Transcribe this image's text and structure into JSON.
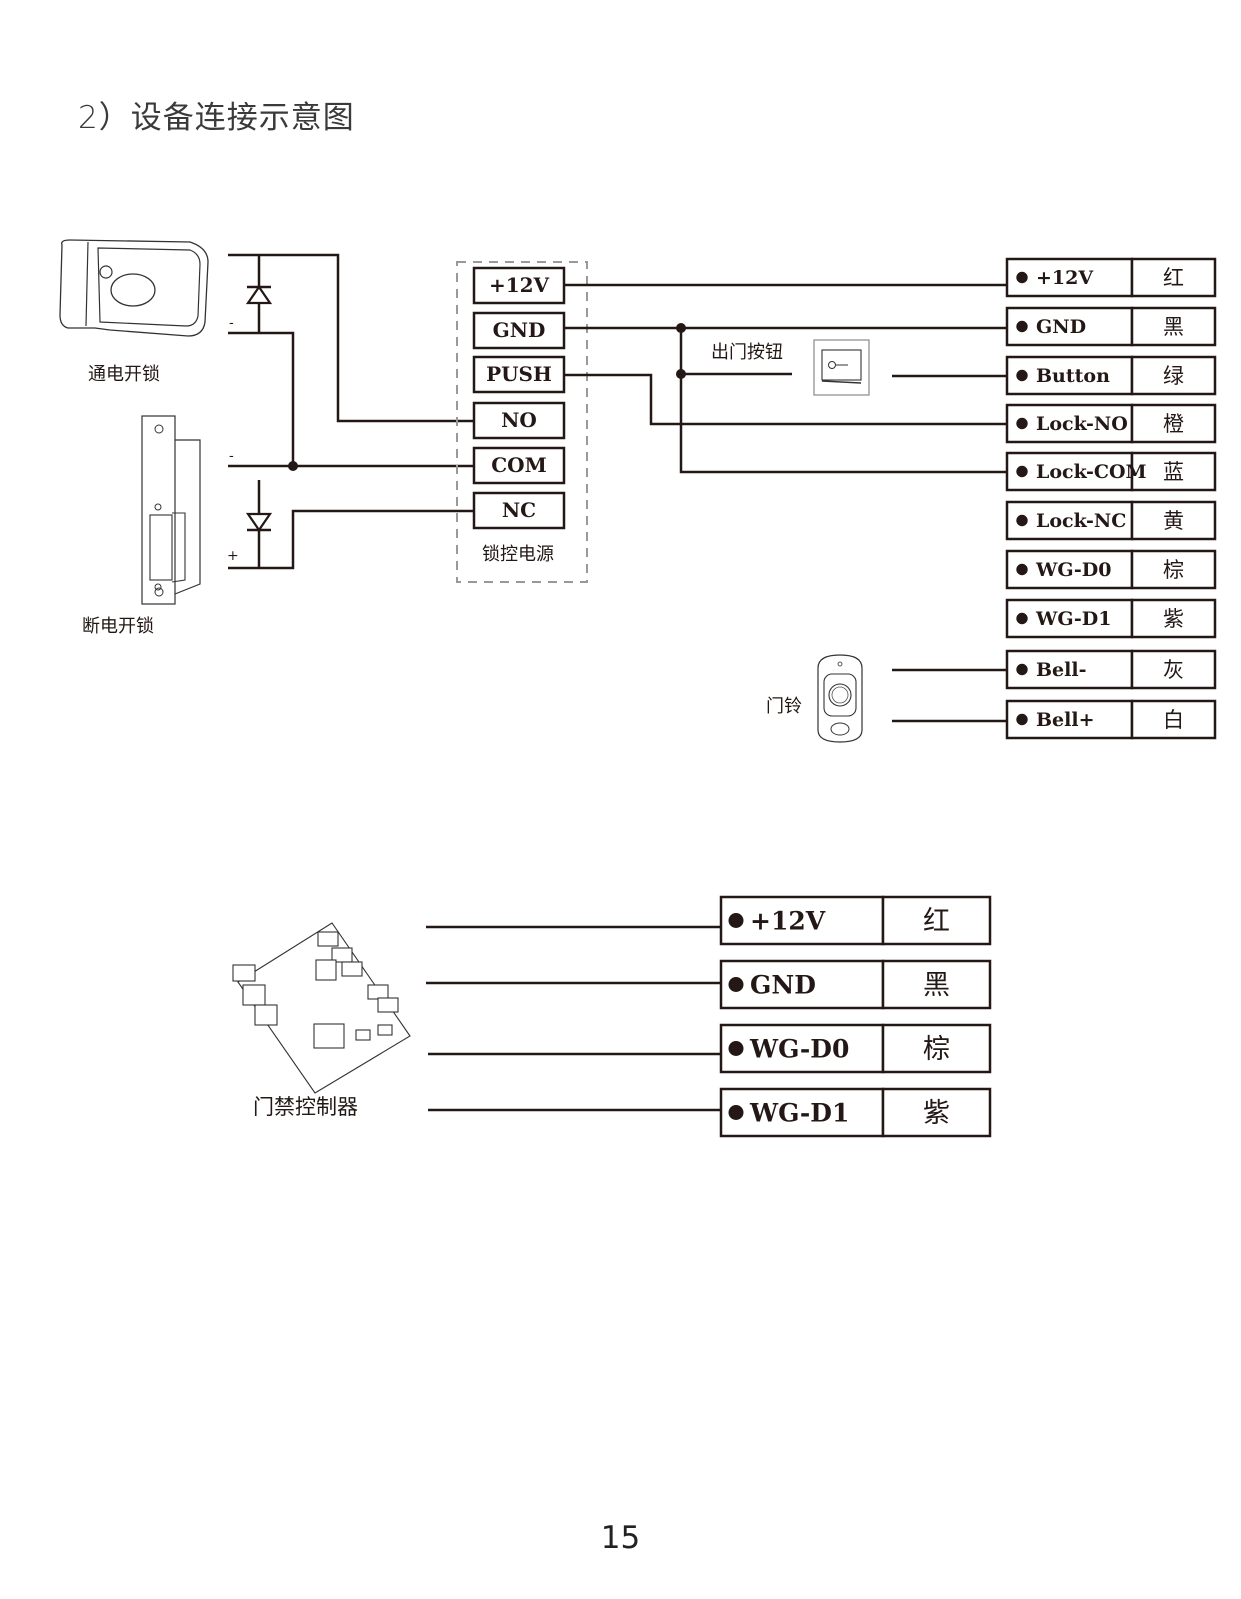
{
  "page": {
    "title": "2）设备连接示意图",
    "number": "15"
  },
  "diagram1": {
    "devices": {
      "power_on_lock": "通电开锁",
      "power_off_lock": "断电开锁",
      "exit_button": "出门按钮",
      "doorbell": "门铃",
      "lock_power_supply": "锁控电源"
    },
    "polarity": {
      "top_minus": "-",
      "mid_minus": "-",
      "bottom_plus": "+"
    },
    "power_supply_terminals": [
      "+12V",
      "GND",
      "PUSH",
      "NO",
      "COM",
      "NC"
    ],
    "connector": [
      {
        "signal": "+12V",
        "color": "红"
      },
      {
        "signal": "GND",
        "color": "黑"
      },
      {
        "signal": "Button",
        "color": "绿"
      },
      {
        "signal": "Lock-NO",
        "color": "橙"
      },
      {
        "signal": "Lock-COM",
        "color": "蓝"
      },
      {
        "signal": "Lock-NC",
        "color": "黄"
      },
      {
        "signal": "WG-D0",
        "color": "棕"
      },
      {
        "signal": "WG-D1",
        "color": "紫"
      },
      {
        "signal": "Bell-",
        "color": "灰"
      },
      {
        "signal": "Bell+",
        "color": "白"
      }
    ]
  },
  "diagram2": {
    "device": "门禁控制器",
    "connector": [
      {
        "signal": "+12V",
        "color": "红"
      },
      {
        "signal": "GND",
        "color": "黑"
      },
      {
        "signal": "WG-D0",
        "color": "棕"
      },
      {
        "signal": "WG-D1",
        "color": "紫"
      }
    ]
  }
}
